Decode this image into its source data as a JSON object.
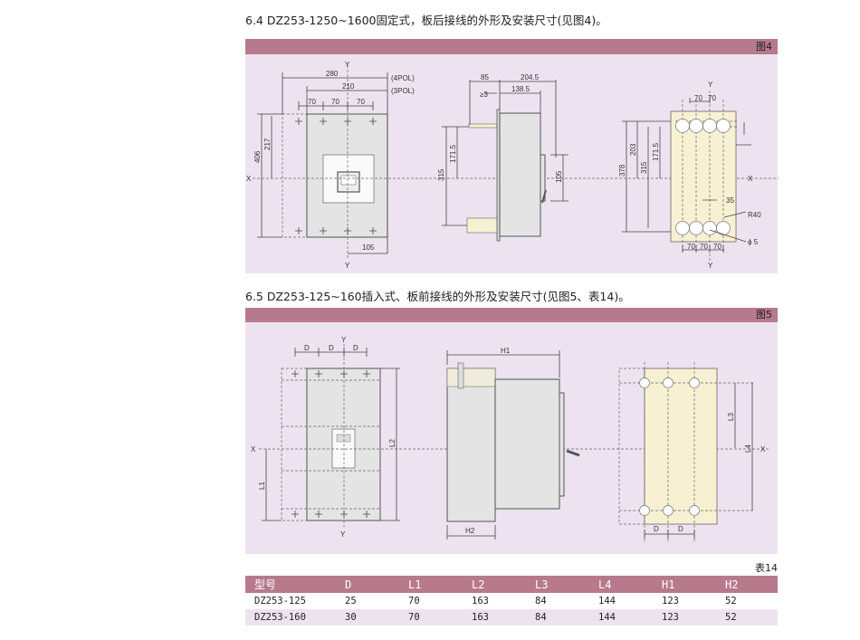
{
  "section_64": {
    "title": "6.4 DZ253-1250~1600固定式，板后接线的外形及安装尺寸(见图4)。",
    "figure_label": "图4"
  },
  "fig4": {
    "front": {
      "d280": "280",
      "d210": "210",
      "pol4": "(4POL)",
      "pol3": "(3POL)",
      "d70a": "70",
      "d70b": "70",
      "d70c": "70",
      "d406": "406",
      "d217": "217",
      "d105": "105",
      "y_top": "Y",
      "y_bottom": "Y",
      "x_left": "X"
    },
    "side": {
      "d85": "85",
      "d2045": "204.5",
      "dge3": "≥3",
      "d1385": "138.5",
      "d315": "315",
      "d1715": "171.5",
      "d105": "105"
    },
    "back": {
      "y_top": "Y",
      "y_bottom": "Y",
      "x_right": "X",
      "d70a": "70",
      "d70b": "70",
      "d378": "378",
      "d203": "203",
      "d315": "315",
      "d1715": "171.5",
      "d35": "35",
      "r40": "R40",
      "phi5": "ϕ 5",
      "b70a": "70",
      "b70b": "70",
      "b70c": "70"
    }
  },
  "section_65": {
    "title": "6.5 DZ253-125~160插入式、板前接线的外形及安装尺寸(见图5、表14)。",
    "figure_label": "图5"
  },
  "fig5": {
    "front": {
      "y_top": "Y",
      "y_bottom": "Y",
      "x_left": "X",
      "da": "D",
      "db": "D",
      "dc": "D",
      "l1": "L1",
      "l2": "L2"
    },
    "side": {
      "h1": "H1",
      "h2": "H2"
    },
    "back": {
      "l3": "L3",
      "l4": "L4",
      "x_right": "X",
      "da": "D",
      "db": "D"
    }
  },
  "table14": {
    "label": "表14",
    "headers": [
      "型号",
      "D",
      "L1",
      "L2",
      "L3",
      "L4",
      "H1",
      "H2"
    ],
    "rows": [
      [
        "DZ253-125",
        "25",
        "70",
        "163",
        "84",
        "144",
        "123",
        "52"
      ],
      [
        "DZ253-160",
        "30",
        "70",
        "163",
        "84",
        "144",
        "123",
        "52"
      ]
    ]
  },
  "colors": {
    "bar": "#b77a8c",
    "panel": "#ede3f0",
    "cream": "#f8f0d3"
  }
}
